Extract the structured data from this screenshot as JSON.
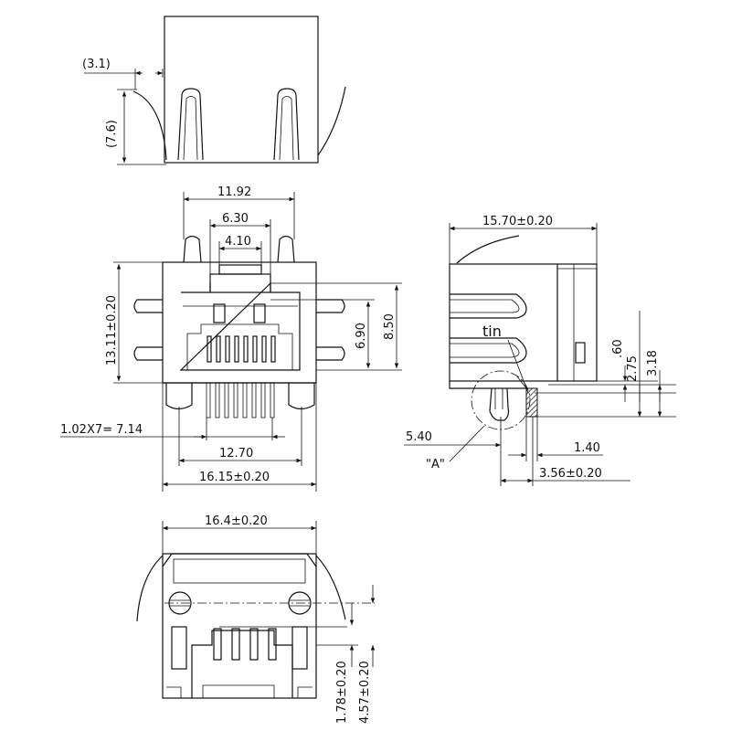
{
  "colors": {
    "line": "#111111",
    "background": "#ffffff",
    "hatch": "#555555"
  },
  "top_view": {
    "dim_clip_offset": "(3.1)",
    "dim_height": "(7.6)"
  },
  "front_view": {
    "dim_post_spacing": "11.92",
    "dim_inner_width": "6.30",
    "dim_latch_width": "4.10",
    "dim_total_height": "13.11±0.20",
    "dim_height_690": "6.90",
    "dim_height_850": "8.50",
    "dim_pin_pitch": "1.02X7= 7.14",
    "dim_pin_span": "12.70",
    "dim_body_width": "16.15±0.20"
  },
  "side_view": {
    "dim_length": "15.70±0.20",
    "label_tin": "tin",
    "dim_060": ".60",
    "dim_275": "2.75",
    "dim_318": "3.18",
    "dim_540": "5.40",
    "detail_label": "\"A\"",
    "dim_140": "1.40",
    "dim_356": "3.56±0.20"
  },
  "bottom_view": {
    "dim_width": "16.4±0.20",
    "dim_178": "1.78±0.20",
    "dim_457": "4.57±0.20"
  }
}
